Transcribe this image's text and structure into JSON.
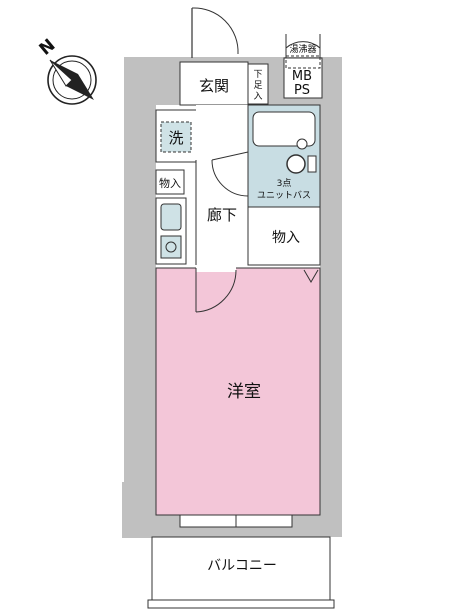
{
  "compass": {
    "label": "N"
  },
  "rooms": {
    "entrance": "玄関",
    "shoe_box_top": "下",
    "shoe_box_mid": "足",
    "shoe_box_bottom": "入",
    "water_heater": "湯沸器",
    "mb": "MB",
    "ps": "PS",
    "washer": "洗",
    "small_storage": "物入",
    "bath_line1": "3点",
    "bath_line2": "ユニットバス",
    "hallway": "廊下",
    "storage": "物入",
    "western_room": "洋室",
    "balcony": "バルコニー"
  },
  "colors": {
    "wall": "#c0c0c0",
    "room": "#f3c6d8",
    "bath": "#c8dde3",
    "fixture": "#cfe2e6",
    "line": "#333333"
  }
}
